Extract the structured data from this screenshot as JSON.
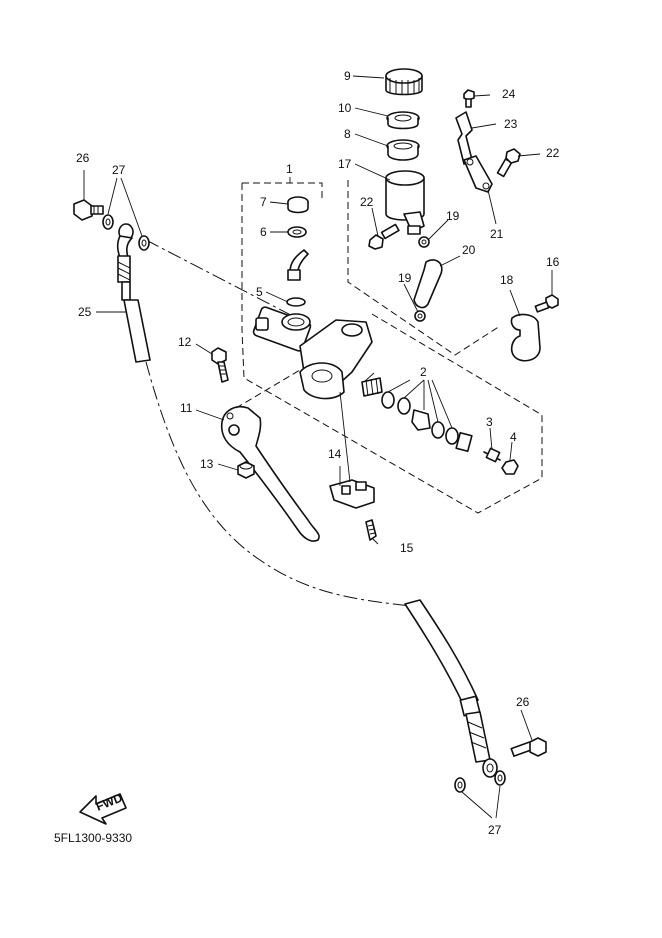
{
  "diagram": {
    "code": "5FL1300-9330",
    "fwd_label": "FWD",
    "callouts": [
      "1",
      "2",
      "3",
      "4",
      "5",
      "6",
      "7",
      "8",
      "9",
      "10",
      "11",
      "12",
      "13",
      "14",
      "15",
      "16",
      "17",
      "18",
      "19",
      "19",
      "20",
      "21",
      "22",
      "22",
      "23",
      "24",
      "25",
      "26",
      "26",
      "27",
      "27"
    ]
  }
}
